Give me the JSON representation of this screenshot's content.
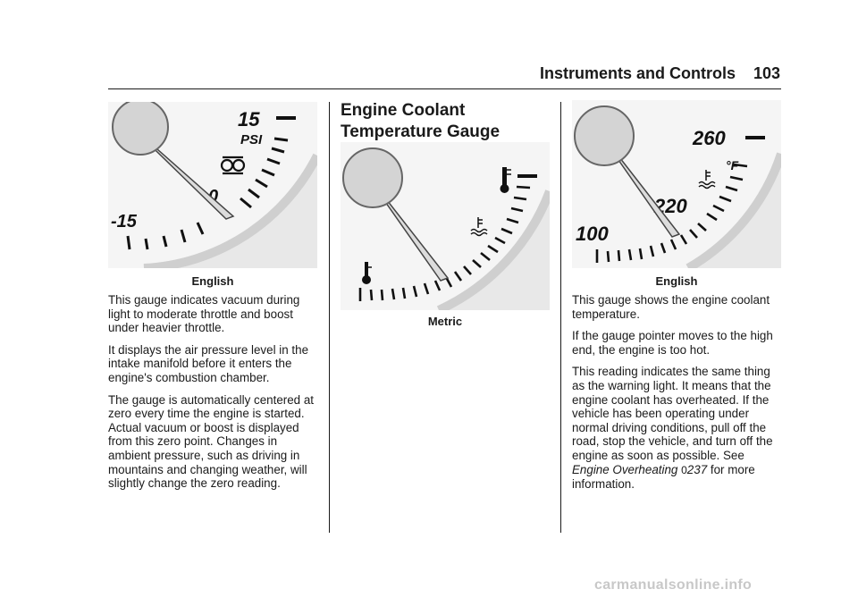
{
  "header": {
    "section": "Instruments and Controls",
    "page_number": "103"
  },
  "left_column": {
    "gauge_labels": {
      "max": "15",
      "unit": "PSI",
      "zero": "0",
      "min": "-15"
    },
    "gauge_icon": "turbo-boost-icon",
    "caption": "English",
    "paragraphs": [
      "This gauge indicates vacuum during light to moderate throttle and boost under heavier throttle.",
      "It displays the air pressure level in the intake manifold before it enters the engine's combustion chamber.",
      "The gauge is automatically centered at zero every time the engine is started. Actual vacuum or boost is displayed from this zero point. Changes in ambient pressure, such as driving in mountains and changing weather, will slightly change the zero reading."
    ]
  },
  "middle_column": {
    "title": "Engine Coolant Temperature Gauge",
    "gauge_icons": {
      "hot": "thermometer-hot-icon",
      "coolant": "coolant-temperature-icon",
      "cold": "thermometer-cold-icon"
    },
    "caption": "Metric"
  },
  "right_column": {
    "gauge_labels": {
      "max": "260",
      "unit": "°F",
      "mid": "220",
      "min": "100"
    },
    "gauge_icon": "coolant-temperature-icon",
    "caption": "English",
    "paragraphs": [
      "This gauge shows the engine coolant temperature.",
      "If the gauge pointer moves to the high end, the engine is too hot."
    ],
    "final_paragraph": {
      "text": "This reading indicates the same thing as the warning light. It means that the engine coolant has overheated. If the vehicle has been operating under normal driving conditions, pull off the road, stop the vehicle, and turn off the engine as soon as possible. See",
      "link_text": "Engine Overheating",
      "ref_glyph": "0",
      "ref_page": "237",
      "tail": "for more information."
    }
  },
  "footer": {
    "watermark": "carmanualsonline.info"
  },
  "colors": {
    "text": "#1a1a1a",
    "gauge_face": "#f2f2f2",
    "gauge_rim": "#d9d9d9",
    "footer": "#c8c8c8"
  }
}
